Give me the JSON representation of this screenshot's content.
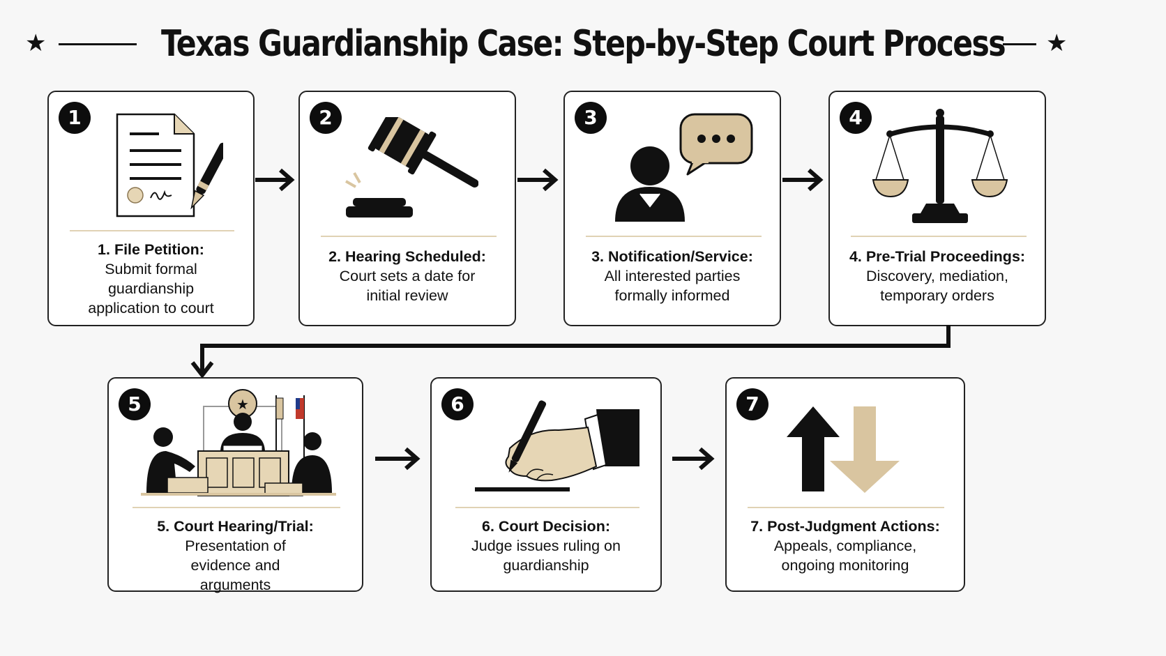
{
  "title": "Texas Guardianship Case: Step-by-Step Court Process",
  "decor": {
    "star": "★"
  },
  "colors": {
    "accent": "#d9c5a0",
    "ink": "#111111",
    "card_border": "#222222"
  },
  "steps": [
    {
      "number": "1",
      "title": "1. File Petition:",
      "description": "Submit formal guardianship application to court",
      "icon": "document-pen-icon"
    },
    {
      "number": "2",
      "title": "2. Hearing Scheduled:",
      "description": "Court sets a date for initial review",
      "icon": "gavel-icon"
    },
    {
      "number": "3",
      "title": "3. Notification/Service:",
      "description": "All interested parties formally informed",
      "icon": "person-speech-bubble-icon"
    },
    {
      "number": "4",
      "title": "4. Pre-Trial Proceedings:",
      "description": "Discovery, mediation, temporary orders",
      "icon": "scales-of-justice-icon"
    },
    {
      "number": "5",
      "title": "5. Court Hearing/Trial:",
      "description": "Presentation of evidence and arguments",
      "icon": "courtroom-icon"
    },
    {
      "number": "6",
      "title": "6. Court Decision:",
      "description": "Judge issues ruling on guardianship",
      "icon": "signing-hand-icon"
    },
    {
      "number": "7",
      "title": "7. Post-Judgment Actions:",
      "description": "Appeals, compliance, ongoing monitoring",
      "icon": "up-down-arrows-icon"
    }
  ]
}
